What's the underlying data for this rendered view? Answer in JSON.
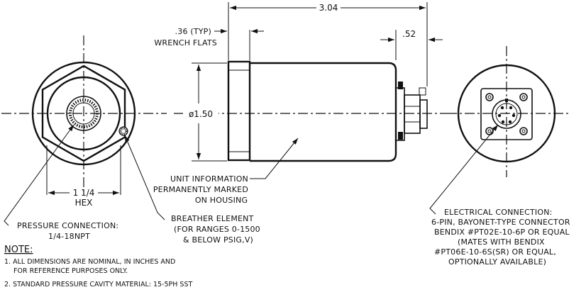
{
  "dimensions": {
    "overall_length": "3.04",
    "wrench_flats_1": ".36 (TYP)",
    "wrench_flats_2": "WRENCH FLATS",
    "connector_length": ".52",
    "diameter": "ø1.50",
    "hex_1": "1 1/4",
    "hex_2": "HEX"
  },
  "callouts": {
    "unit_info": [
      "UNIT INFORMATION",
      "PERMANENTLY MARKED",
      "ON HOUSING"
    ],
    "pressure_connection": [
      "PRESSURE CONNECTION:",
      "1/4-18NPT"
    ],
    "breather_element": [
      "BREATHER ELEMENT",
      "(FOR RANGES 0-1500",
      "& BELOW PSIG,V)"
    ],
    "electrical_connection": [
      "ELECTRICAL CONNECTION:",
      "6-PIN, BAYONET-TYPE CONNECTOR",
      "BENDIX #PT02E-10-6P OR EQUAL",
      "(MATES WITH BENDIX",
      "#PT06E-10-6S(SR) OR EQUAL,",
      "OPTIONALLY AVAILABLE)"
    ]
  },
  "notes": {
    "heading": "NOTE:",
    "item1_line1": "1. ALL DIMENSIONS ARE NOMINAL, IN INCHES AND",
    "item1_line2": "FOR REFERENCE PURPOSES ONLY.",
    "item2": "2. STANDARD PRESSURE CAVITY MATERIAL: 15-5PH SST"
  }
}
